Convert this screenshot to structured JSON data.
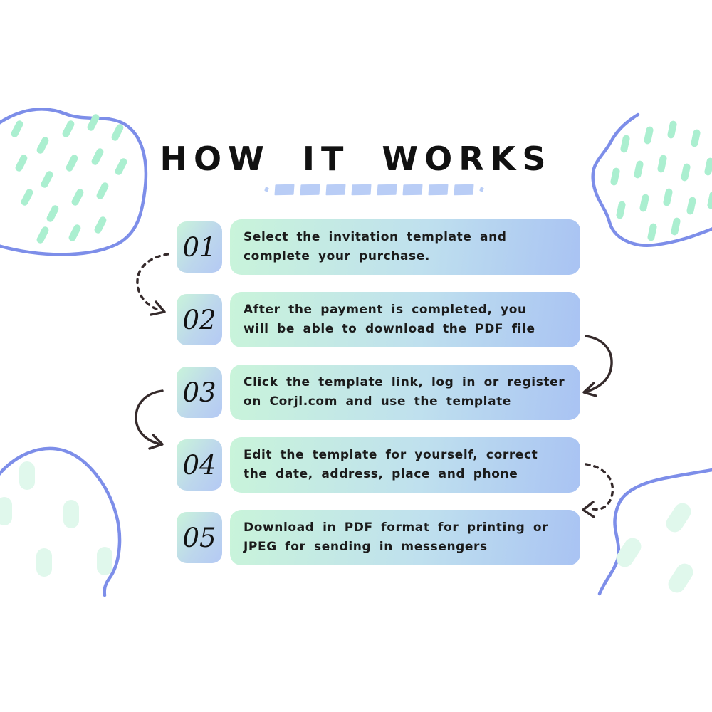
{
  "header": {
    "title": "HOW IT WORKS"
  },
  "steps": [
    {
      "number": "01",
      "lines": [
        "Select the invitation template and",
        "complete your purchase."
      ]
    },
    {
      "number": "02",
      "lines": [
        "After the payment is completed, you",
        "will be able to download the PDF file"
      ]
    },
    {
      "number": "03",
      "lines": [
        "Click the template link, log in or register",
        "on Corjl.com and use the template"
      ]
    },
    {
      "number": "04",
      "lines": [
        "Edit the template for yourself, correct",
        "the date, address, place and phone"
      ]
    },
    {
      "number": "05",
      "lines": [
        "Download in PDF format for printing or",
        "JPEG for sending in messengers"
      ]
    }
  ],
  "colors": {
    "background": "#ffffff",
    "text": "#1b1b1b",
    "mint": "#c9f4da",
    "blue": "#a9c3f3",
    "underline_blue": "#b9cdf6",
    "blob_blue": "#7d8ee9",
    "dash_mint": "#abefd0",
    "pale_mint": "#e0f8ec",
    "arrow": "#352a2b"
  },
  "decor": {
    "underline_segments": 8,
    "arrows": [
      "dashed-curve-left",
      "solid-curve-right",
      "solid-curve-left",
      "dashed-curve-right"
    ]
  }
}
